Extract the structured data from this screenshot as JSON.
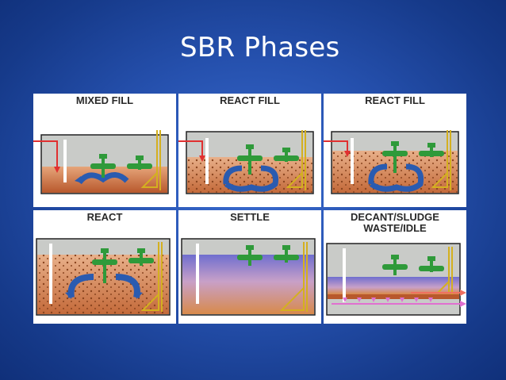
{
  "slide": {
    "title": "SBR Phases"
  },
  "colors": {
    "background": "#2550ad",
    "water": "#c9cbc8",
    "sludge": "#c46a3a",
    "aerator": "#2f9a3a",
    "mixing": "#2a5bb0",
    "inflow": "#e03030",
    "decant": "#f07060",
    "waste": "#e070d0",
    "decanter": "#d4b020"
  },
  "phases": [
    {
      "label_line1": "MIXED FILL",
      "label_line2": ""
    },
    {
      "label_line1": "REACT FILL",
      "label_line2": ""
    },
    {
      "label_line1": "REACT FILL",
      "label_line2": ""
    },
    {
      "label_line1": "REACT",
      "label_line2": ""
    },
    {
      "label_line1": "SETTLE",
      "label_line2": ""
    },
    {
      "label_line1": "DECANT/SLUDGE",
      "label_line2": "WASTE/IDLE"
    }
  ]
}
